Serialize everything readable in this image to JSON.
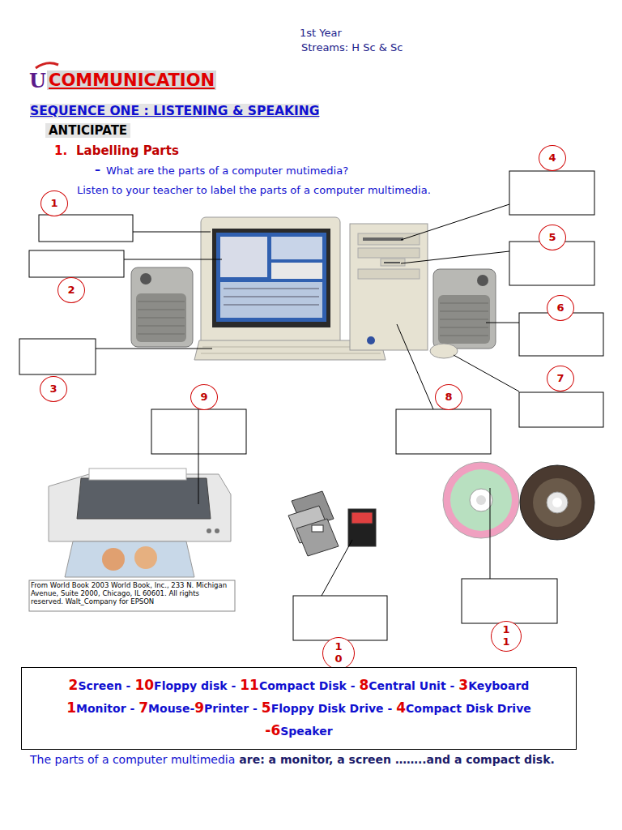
{
  "diagram": {
    "title": "COMMUNICATION",
    "nodes": [
      {
        "text": [
          "4"
        ]
      },
      {
        "text": [
          "1"
        ]
      },
      {
        "text": [
          "5"
        ]
      },
      {
        "text": [
          "2"
        ]
      },
      {
        "text": [
          "6"
        ]
      },
      {
        "text": [
          "7"
        ]
      },
      {
        "text": [
          "3"
        ]
      },
      {
        "text": [
          "9"
        ]
      },
      {
        "text": [
          "8"
        ]
      },
      {
        "text": [
          "11"
        ]
      },
      {
        "text": [
          "10"
        ]
      },
      {
        "text": [
          "2",
          "Screen -",
          "10",
          "Floppy disk -",
          "11",
          "Compact Disk -",
          "8",
          "Central Unit -",
          "3",
          "Keyboard",
          "1",
          "Monitor -",
          "7",
          "Mouse-",
          "9",
          "Printer -",
          "5",
          "Floppy Disk Drive -",
          "4",
          "Compact Disk Drive",
          "-",
          "6",
          "Speaker"
        ]
      }
    ],
    "labels": [
      "1st Year",
      "Streams: H Sc & Sc",
      "U",
      "SEQUENCE ONE : LISTENING & SPEAKING",
      "ANTICIPATE",
      "1.",
      "Labelling Parts",
      "–",
      "What are the parts of a computer mutimedia?",
      "Listen to your teacher to label the parts of a computer multimedia.",
      "From World Book 2003 World Book, Inc., 233 N. Michigan Avenue, Suite 2000, Chicago, IL 60601. All rights reserved. Walt_Company for EPSON",
      "The parts of a computer multimedia",
      "are: a monitor, a screen ……..and a compact disk."
    ]
  }
}
